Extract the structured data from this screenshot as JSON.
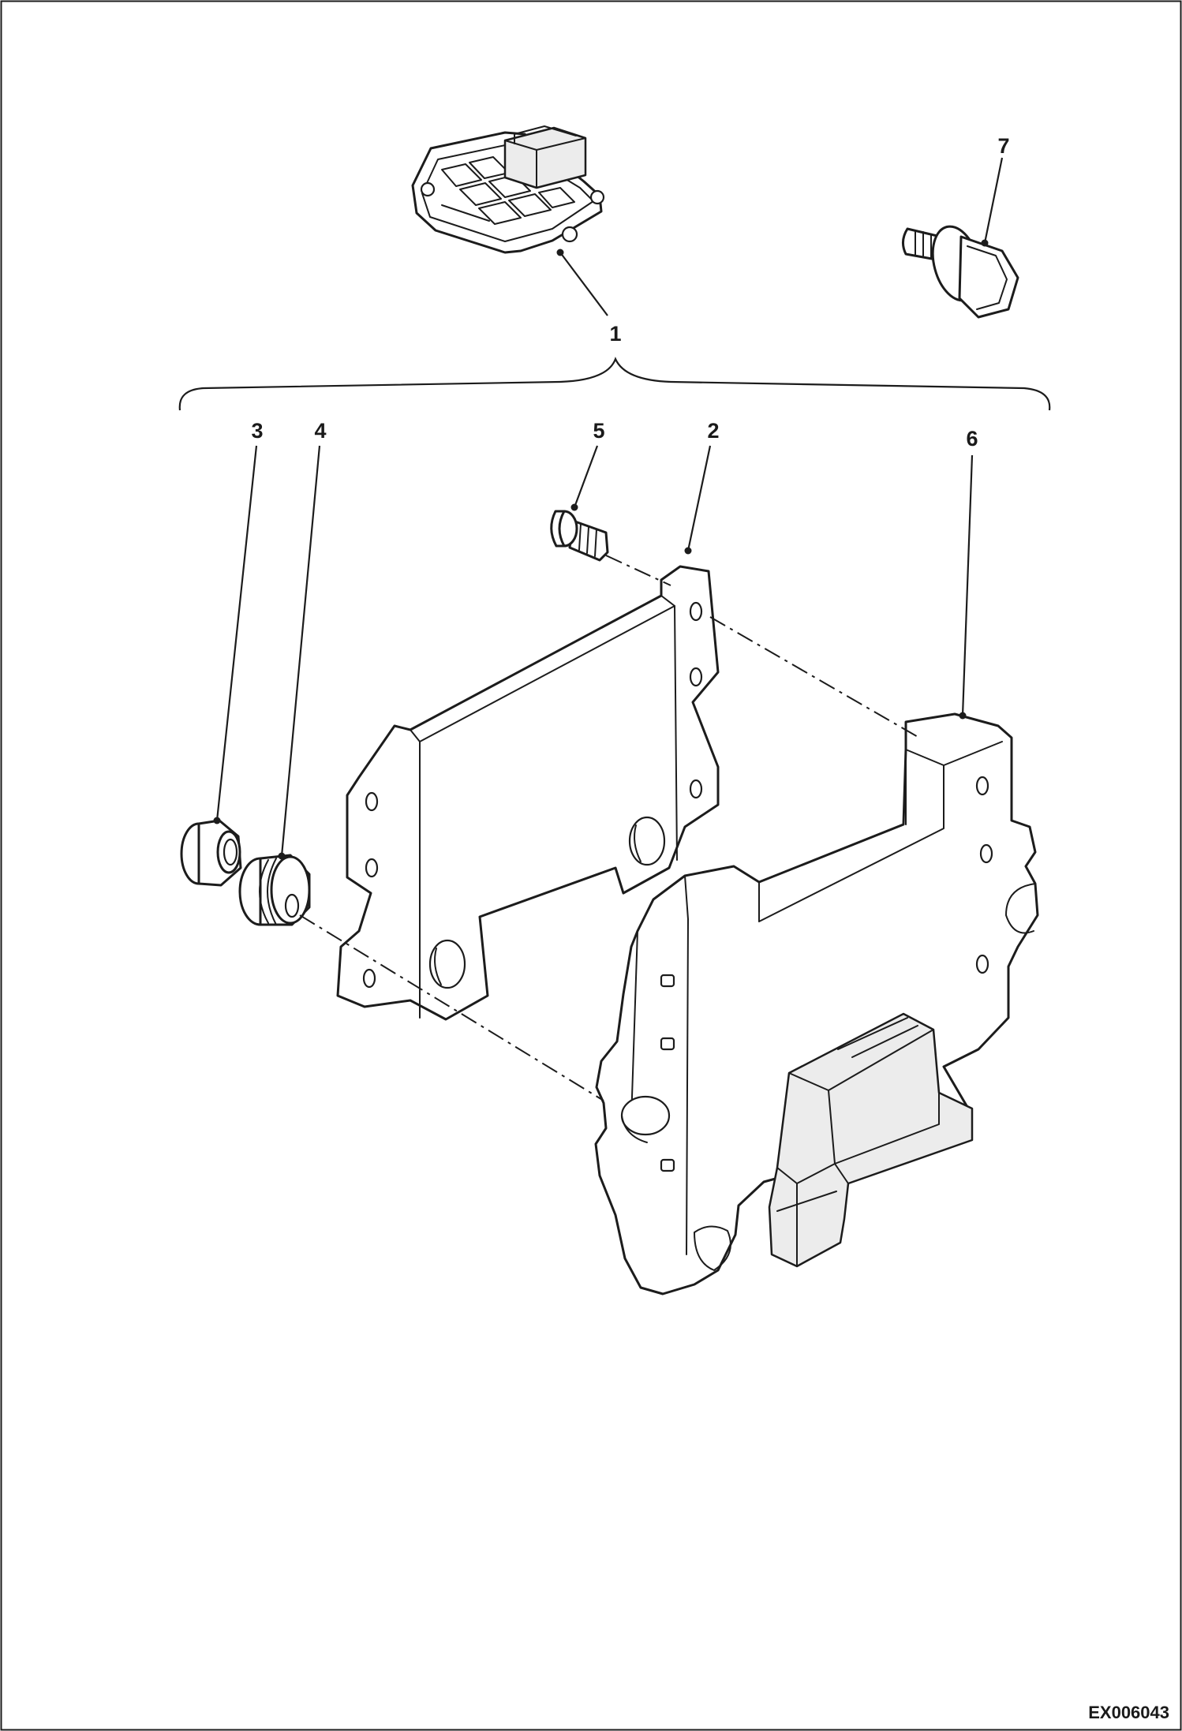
{
  "diagram": {
    "document_id": "EX006043",
    "callouts": {
      "c1": "1",
      "c2": "2",
      "c3": "3",
      "c4": "4",
      "c5": "5",
      "c6": "6",
      "c7": "7"
    },
    "colors": {
      "line": "#1c1c1c",
      "background": "#ffffff",
      "shade": "#ececec"
    }
  }
}
